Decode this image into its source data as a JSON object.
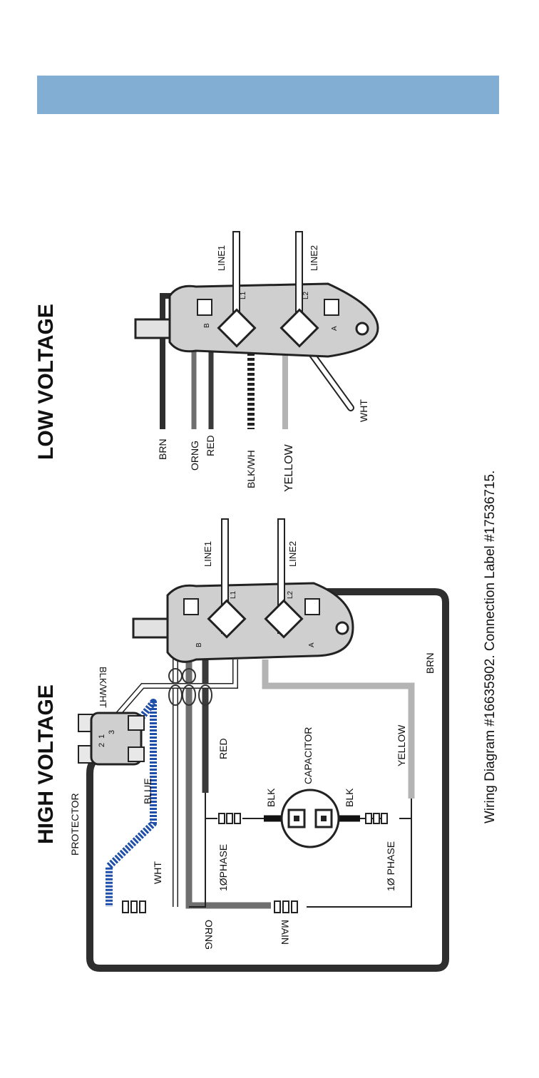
{
  "colors": {
    "header": "#82aed4",
    "wire_black": "#2e2e2e",
    "wire_blue": "#1f4fa8",
    "wire_orange": "#6f6f6f",
    "wire_red": "#3a3a3a",
    "wire_yellow": "#b4b4b4",
    "plate": "#cfcfcf"
  },
  "titles": {
    "high": "HIGH VOLTAGE",
    "low": "LOW VOLTAGE"
  },
  "caption": "Wiring Diagram #16635902.  Connection Label #17536715.",
  "high_labels": {
    "protector": "PROTECTOR",
    "blue": "BLUE",
    "wht": "WHT",
    "red": "RED",
    "capacitor": "CAPACITOR",
    "blk1": "BLK",
    "blk2": "BLK",
    "yellow": "YELLOW",
    "brn": "BRN",
    "phase1": "1ØPHASE",
    "phase2": "1Ø PHASE",
    "orng": "ORNG",
    "main": "MAIN",
    "blkwht": "BLK/WHT",
    "line1": "LINE1",
    "line2": "LINE2",
    "term_l1": "L1",
    "term_l2": "L2",
    "term_b": "B",
    "term_a": "A",
    "p1": "1",
    "p2": "2",
    "p3": "3"
  },
  "low_labels": {
    "brn": "BRN",
    "orng": "ORNG",
    "red": "RED",
    "blkwht": "BLK/WH",
    "yellow": "YELLOW",
    "wht": "WHT",
    "line1": "LINE1",
    "line2": "LINE2",
    "term_l1": "L1",
    "term_l2": "L2",
    "term_b": "B",
    "term_a": "A"
  }
}
